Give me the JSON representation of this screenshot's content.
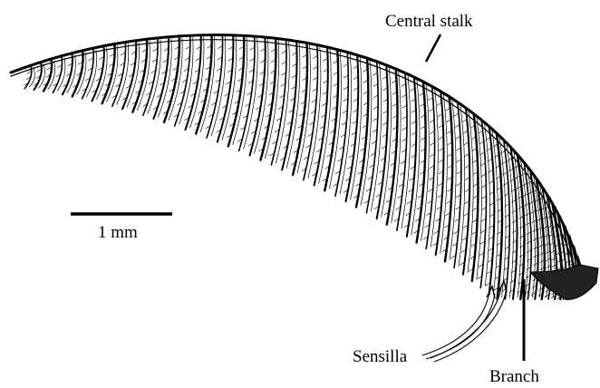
{
  "figure": {
    "labels": {
      "central_stalk": "Central stalk",
      "scale": "1 mm",
      "sensilla": "Sensilla",
      "branch": "Branch"
    },
    "ink_color": "#000000",
    "background_color": "#ffffff"
  }
}
